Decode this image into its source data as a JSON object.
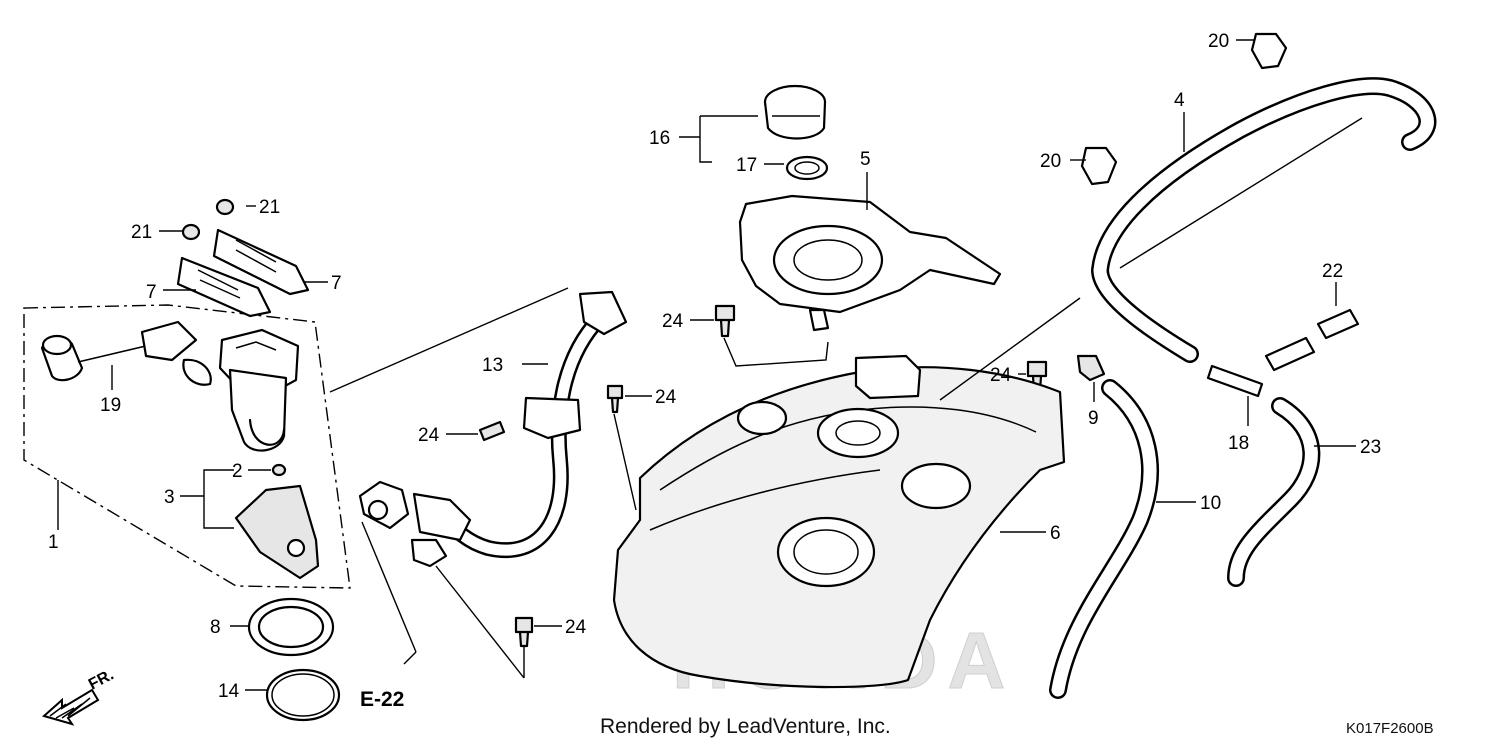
{
  "diagram": {
    "watermark": "HONDA",
    "footer": "Rendered by LeadVenture, Inc.",
    "drawing_code": "K017F2600B",
    "reference": "E-22",
    "direction_label": "FR.",
    "callouts": [
      "1",
      "2",
      "3",
      "4",
      "5",
      "6",
      "7",
      "7",
      "8",
      "9",
      "10",
      "13",
      "14",
      "16",
      "17",
      "18",
      "19",
      "20",
      "20",
      "21",
      "21",
      "22",
      "23",
      "24",
      "24",
      "24",
      "24",
      "24"
    ]
  }
}
